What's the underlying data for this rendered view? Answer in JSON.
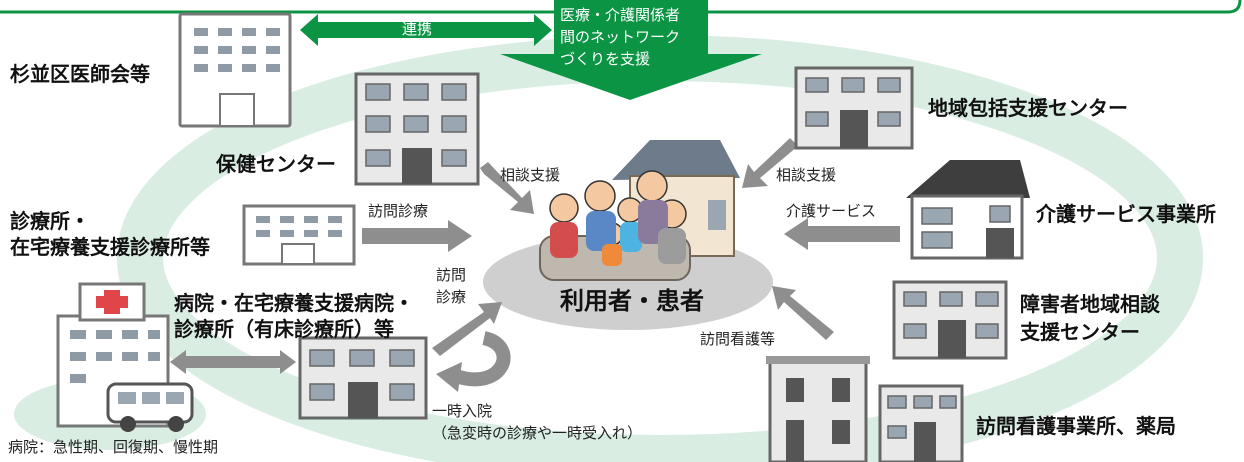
{
  "banner": {
    "renkei": "連携",
    "support": "医療・介護関係者\n間のネットワーク\nづくりを支援"
  },
  "nodes": {
    "ishikai": "杉並区医師会等",
    "hoken": "保健センター",
    "houkatsu": "地域包括支援センター",
    "shinryojo": "診療所・\n在宅療養支援診療所等",
    "kaigo_jigyosho": "介護サービス事業所",
    "byoin": "病院・在宅療養支援病院・\n診療所（有床診療所）等",
    "shogai": "障害者地域相談\n支援センター",
    "houmon_kango": "訪問看護事業所、薬局",
    "hospital_caption": "病院：急性期、回復期、慢性期",
    "center": "利用者・患者"
  },
  "arrows": {
    "soudan_left": "相談支援",
    "soudan_right": "相談支援",
    "houmon_shinryo": "訪問診療",
    "kaigo_service": "介護サービス",
    "houmon_shinryo2": "訪問\n診療",
    "houmon_kango": "訪問看護等",
    "ichiji": "一時入院\n（急変時の診療や一時受入れ）"
  },
  "colors": {
    "green": "#0b9444",
    "ring": "#d9ede3",
    "arrow_gray": "#8e8e8e"
  }
}
